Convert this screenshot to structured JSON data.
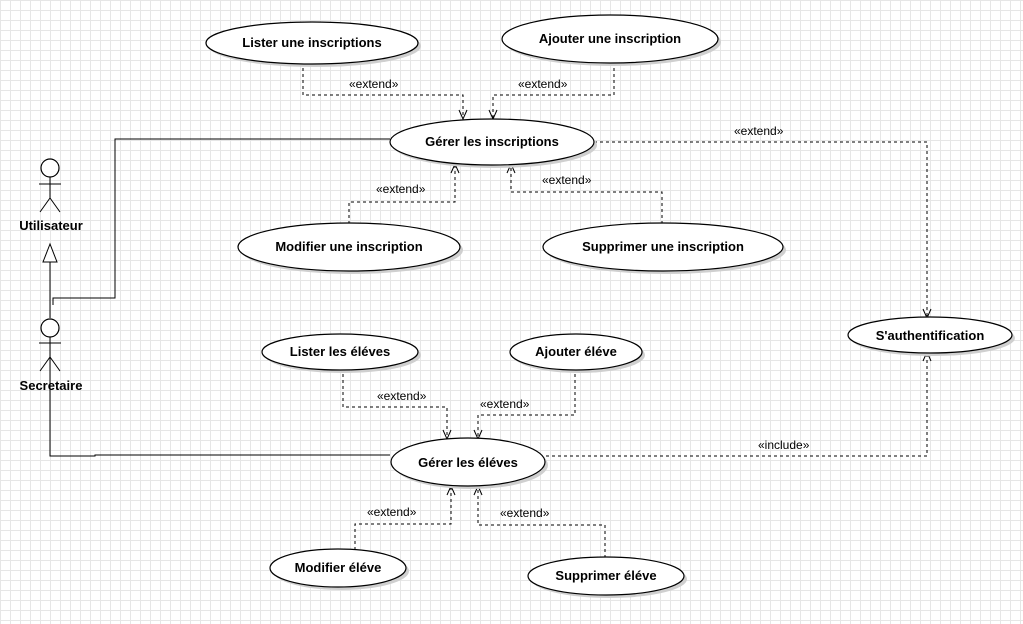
{
  "actors": {
    "user": "Utilisateur",
    "secretary": "Secretaire"
  },
  "use_cases": {
    "list_inscriptions": "Lister une inscriptions",
    "add_inscription": "Ajouter une inscription",
    "manage_inscriptions": "Gérer les inscriptions",
    "modify_inscription": "Modifier une inscription",
    "delete_inscription": "Supprimer une inscription",
    "authentication": "S'authentification",
    "list_students": "Lister les éléves",
    "add_student": "Ajouter éléve",
    "manage_students": "Gérer les éléves",
    "modify_student": "Modifier éléve",
    "delete_student": "Supprimer éléve"
  },
  "relations": {
    "extend": "«extend»",
    "include": "«include»"
  }
}
